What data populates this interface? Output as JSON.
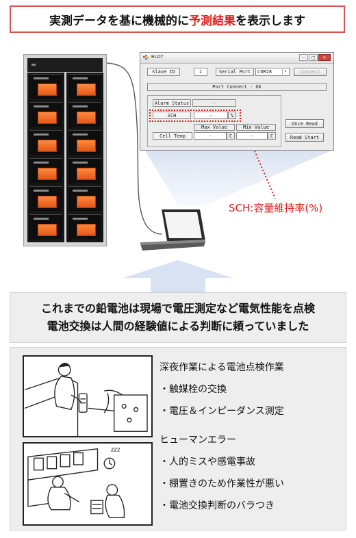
{
  "header": {
    "title_prefix": "実測データを基に機械的に",
    "title_highlight": "予測結果",
    "title_suffix": "を表示します"
  },
  "app_window": {
    "title": "ELDT",
    "slave_id_label": "Slave ID",
    "slave_id_value": "1",
    "serial_port_label": "Serial Port",
    "serial_port_value": "COM28",
    "connect_label": "Connect",
    "port_connect_status": "Port Connect : OK",
    "alarm_status_label": "Alarm Status",
    "alarm_status_value": "-",
    "sch_label": "SCH",
    "sch_value": "-",
    "sch_unit": "%",
    "max_value_header": "Max Value",
    "min_value_header": "Min Value",
    "cell_temp_label": "Cell Temp",
    "cell_temp_max": "-",
    "cell_temp_max_unit": "C",
    "cell_temp_min": "-",
    "cell_temp_min_unit": "C",
    "once_read_label": "Once Read",
    "read_start_label": "Read Start"
  },
  "annotation": {
    "sch_caption": "SCH:容量維持率(%)"
  },
  "message": {
    "line1": "これまでの鉛電池は現場で電圧測定など電気性能を点検",
    "line2": "電池交換は人間の経験値による判断に頼っていました"
  },
  "night_work": {
    "heading": "深夜作業による電池点検作業",
    "items": [
      "・触媒栓の交換",
      "・電圧＆インピーダンス測定"
    ]
  },
  "human_error": {
    "heading": "ヒューマンエラー",
    "items": [
      "・人的ミスや感電事故",
      "・棚置きのため作業性が悪い",
      "・電池交換判断のバラつき"
    ]
  },
  "colors": {
    "accent_red": "#e0201b",
    "battery_orange": "#f07030",
    "panel_gray": "#eeeeee"
  }
}
